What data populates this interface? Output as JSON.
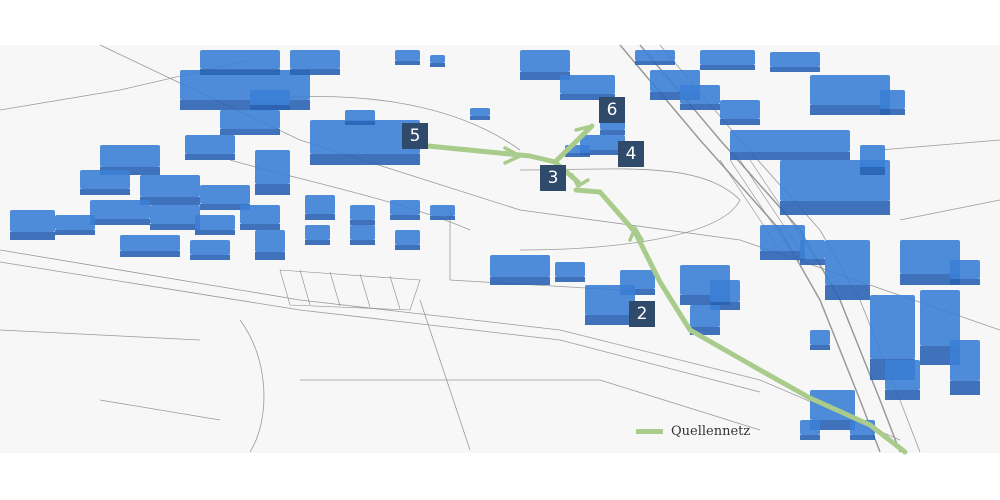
{
  "map": {
    "markers": [
      {
        "id": "5",
        "label": "5"
      },
      {
        "id": "6",
        "label": "6"
      },
      {
        "id": "4",
        "label": "4"
      },
      {
        "id": "3",
        "label": "3"
      },
      {
        "id": "2",
        "label": "2"
      }
    ],
    "legend": {
      "label": "Quellennetz",
      "color": "#a9cc8c"
    },
    "colors": {
      "building": "#3b7fd6",
      "building_shade": "#2a63b3",
      "route": "#a9cc8c",
      "marker": "#2f4a6b"
    }
  }
}
